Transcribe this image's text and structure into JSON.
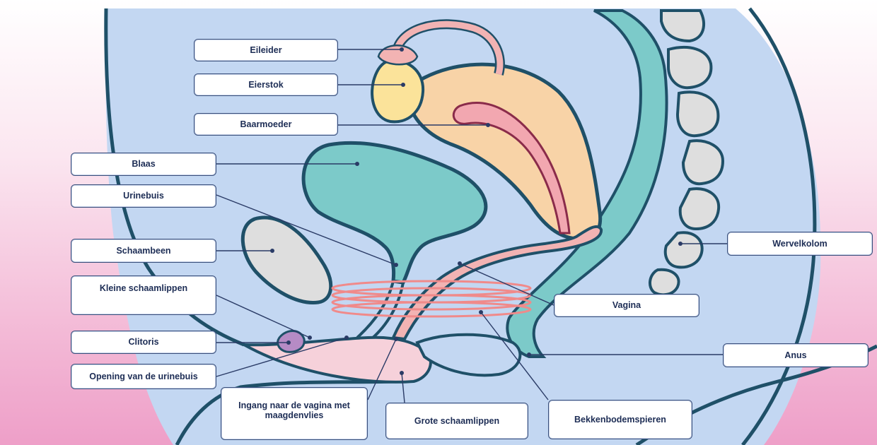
{
  "labels": {
    "eileider": "Eileider",
    "eierstok": "Eierstok",
    "baarmoeder": "Baarmoeder",
    "blaas": "Blaas",
    "urinebuis": "Urinebuis",
    "schaambeen": "Schaambeen",
    "kleine_schaamlippen": "Kleine schaamlippen",
    "clitoris": "Clitoris",
    "opening_urinebuis": "Opening van de urinebuis",
    "ingang_vagina": "Ingang naar de vagina met maagdenvlies",
    "grote_schaamlippen": "Grote schaamlippen",
    "bekkenbodemspieren": "Bekkenbodemspieren",
    "anus": "Anus",
    "vagina": "Vagina",
    "wervelkolom": "Wervelkolom"
  },
  "colors": {
    "body": "#c3d7f2",
    "outline": "#1f5068",
    "bladder": "#7ccac9",
    "uterus": "#f8d3a7",
    "ovary": "#fbe39a",
    "vagina": "#f2b3b3",
    "bone": "#dedede",
    "muscle": "#f08a8a",
    "rectum": "#7ccac9",
    "labia": "#f6d1da",
    "clitoris": "#b68bc5",
    "leader": "#2a3b66"
  }
}
